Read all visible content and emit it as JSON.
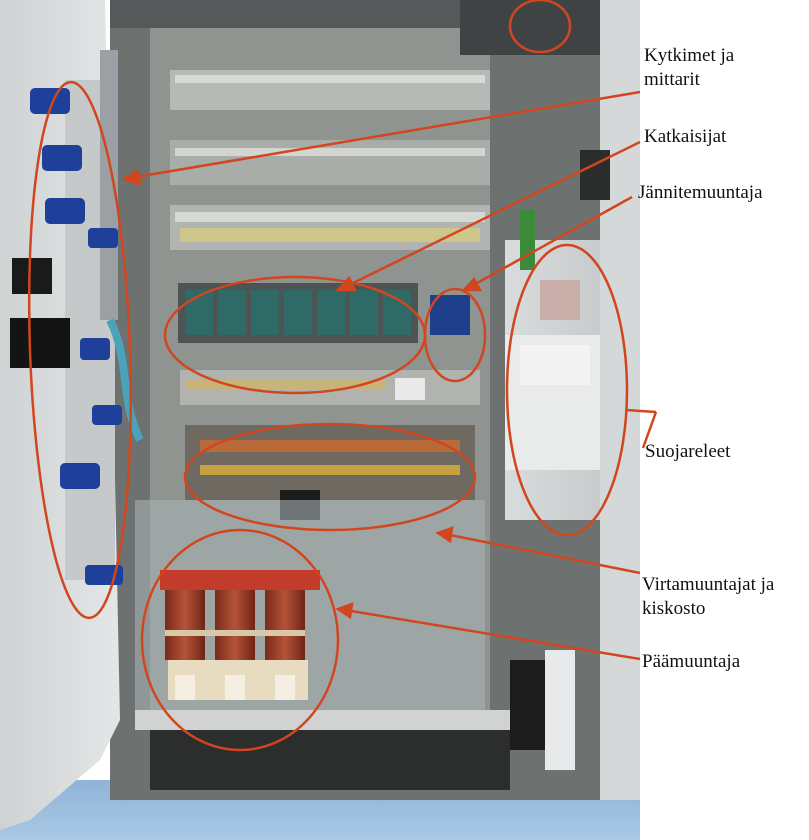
{
  "annotation_color": "#d2461e",
  "labels": {
    "switches_line1": "Kytkimet ja",
    "switches_line2": "mittarit",
    "breakers": "Katkaisijat",
    "voltage_transformer": "Jännitemuuntaja",
    "protection_relays": "Suojareleet",
    "current_transformers_line1": "Virtamuuntajat ja",
    "current_transformers_line2": "kiskosto",
    "main_transformer": "Päämuuntaja"
  }
}
